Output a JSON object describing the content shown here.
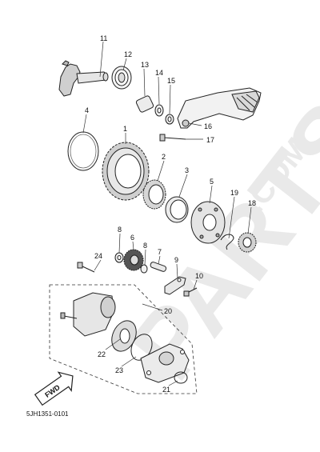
{
  "watermark": {
    "text": "PARTS",
    "suffix": ".COM"
  },
  "diagram_code": "5JH1351-0101",
  "direction_badge": "FWD",
  "callouts": {
    "c1": "1",
    "c2": "2",
    "c3": "3",
    "c4": "4",
    "c5": "5",
    "c6": "6",
    "c7": "7",
    "c8a": "8",
    "c8b": "8",
    "c9": "9",
    "c10": "10",
    "c11": "11",
    "c12": "12",
    "c13": "13",
    "c14": "14",
    "c15": "15",
    "c16": "16",
    "c17": "17",
    "c18": "18",
    "c19": "19",
    "c20": "20",
    "c21": "21",
    "c22": "22",
    "c23": "23",
    "c24": "24"
  }
}
